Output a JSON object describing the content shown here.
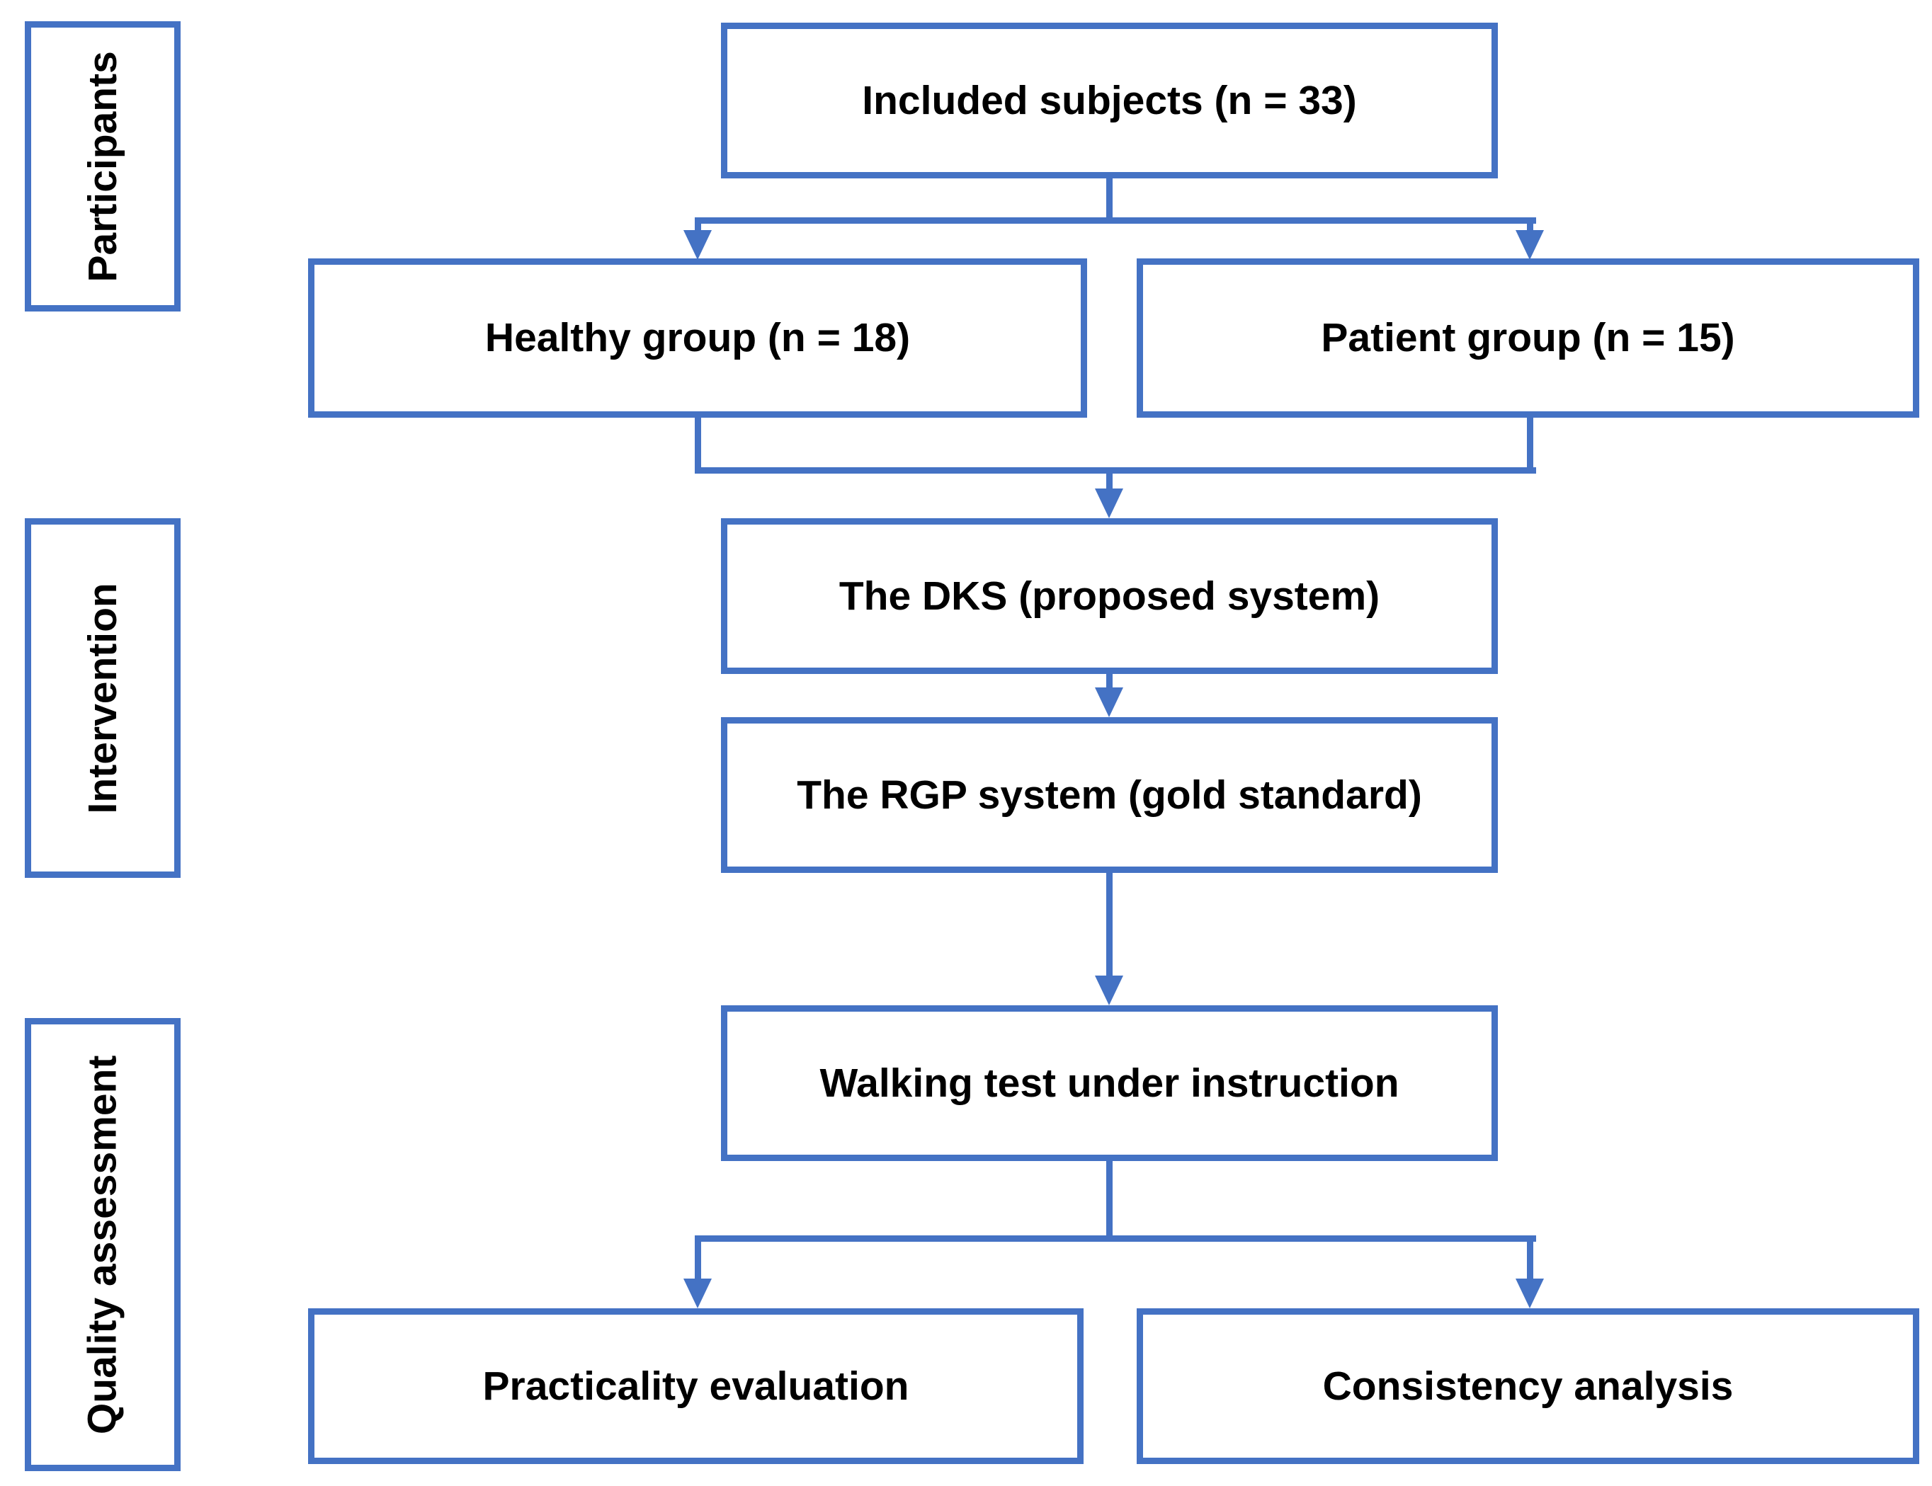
{
  "figure": {
    "colors": {
      "accent": "#4472C4",
      "text": "#000000",
      "background": "#ffffff"
    },
    "stages": [
      {
        "label": "Participants"
      },
      {
        "label": "Intervention"
      },
      {
        "label": "Quality assessment"
      }
    ],
    "nodes": {
      "included": {
        "label": "Included subjects (n = 33)"
      },
      "healthy": {
        "label": "Healthy group (n = 18)"
      },
      "patient": {
        "label": "Patient group (n = 15)"
      },
      "dks": {
        "label": "The DKS (proposed system)"
      },
      "rgp": {
        "label": "The RGP system (gold standard)"
      },
      "walking": {
        "label": "Walking test under instruction"
      },
      "practicality": {
        "label": "Practicality evaluation"
      },
      "consistency": {
        "label": "Consistency analysis"
      }
    },
    "edges": [
      {
        "from": "included",
        "to": "healthy"
      },
      {
        "from": "included",
        "to": "patient"
      },
      {
        "from": "healthy",
        "to": "dks"
      },
      {
        "from": "patient",
        "to": "dks"
      },
      {
        "from": "dks",
        "to": "rgp"
      },
      {
        "from": "rgp",
        "to": "walking"
      },
      {
        "from": "walking",
        "to": "practicality"
      },
      {
        "from": "walking",
        "to": "consistency"
      }
    ]
  }
}
